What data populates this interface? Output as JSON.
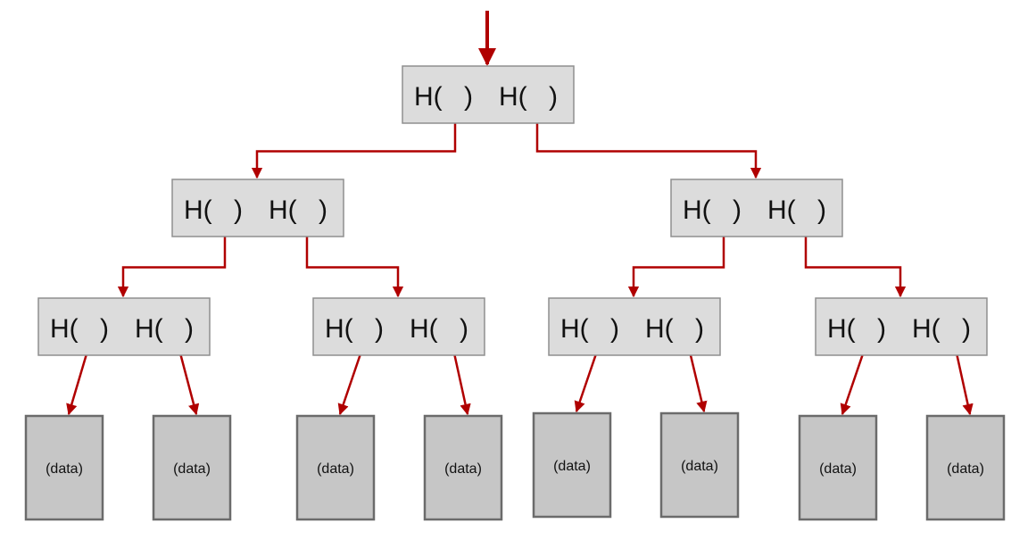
{
  "colors": {
    "node_fill": "#dcdcdc",
    "node_stroke": "#8f8f8f",
    "data_fill": "#c6c6c6",
    "data_stroke": "#6b6b6b",
    "pointer": "#b00000"
  },
  "tree": {
    "hash_label": "H(",
    "close_paren": ")",
    "data_label": "(data)",
    "levels": 3,
    "leaves": 8
  }
}
